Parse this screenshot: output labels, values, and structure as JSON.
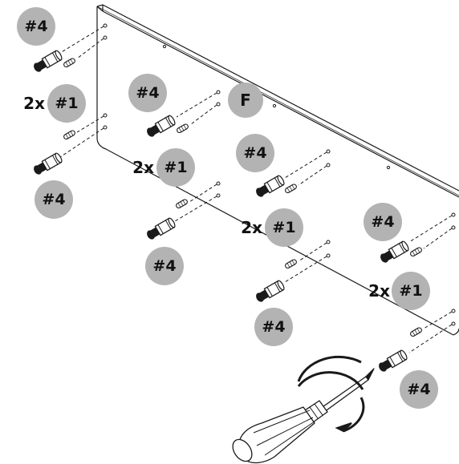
{
  "diagram": {
    "panel_label": "F",
    "qty_label": "2x",
    "part_dowel_label": "#1",
    "part_cam_bolt_label": "#4"
  },
  "colors": {
    "callout_fill": "#b3b3b3",
    "callout_text": "#111111",
    "line": "#1a1a1a",
    "part_fill": "#ffffff"
  },
  "icons": {
    "tool": "screwdriver-icon",
    "rotation": "clockwise-arrow-icon"
  }
}
